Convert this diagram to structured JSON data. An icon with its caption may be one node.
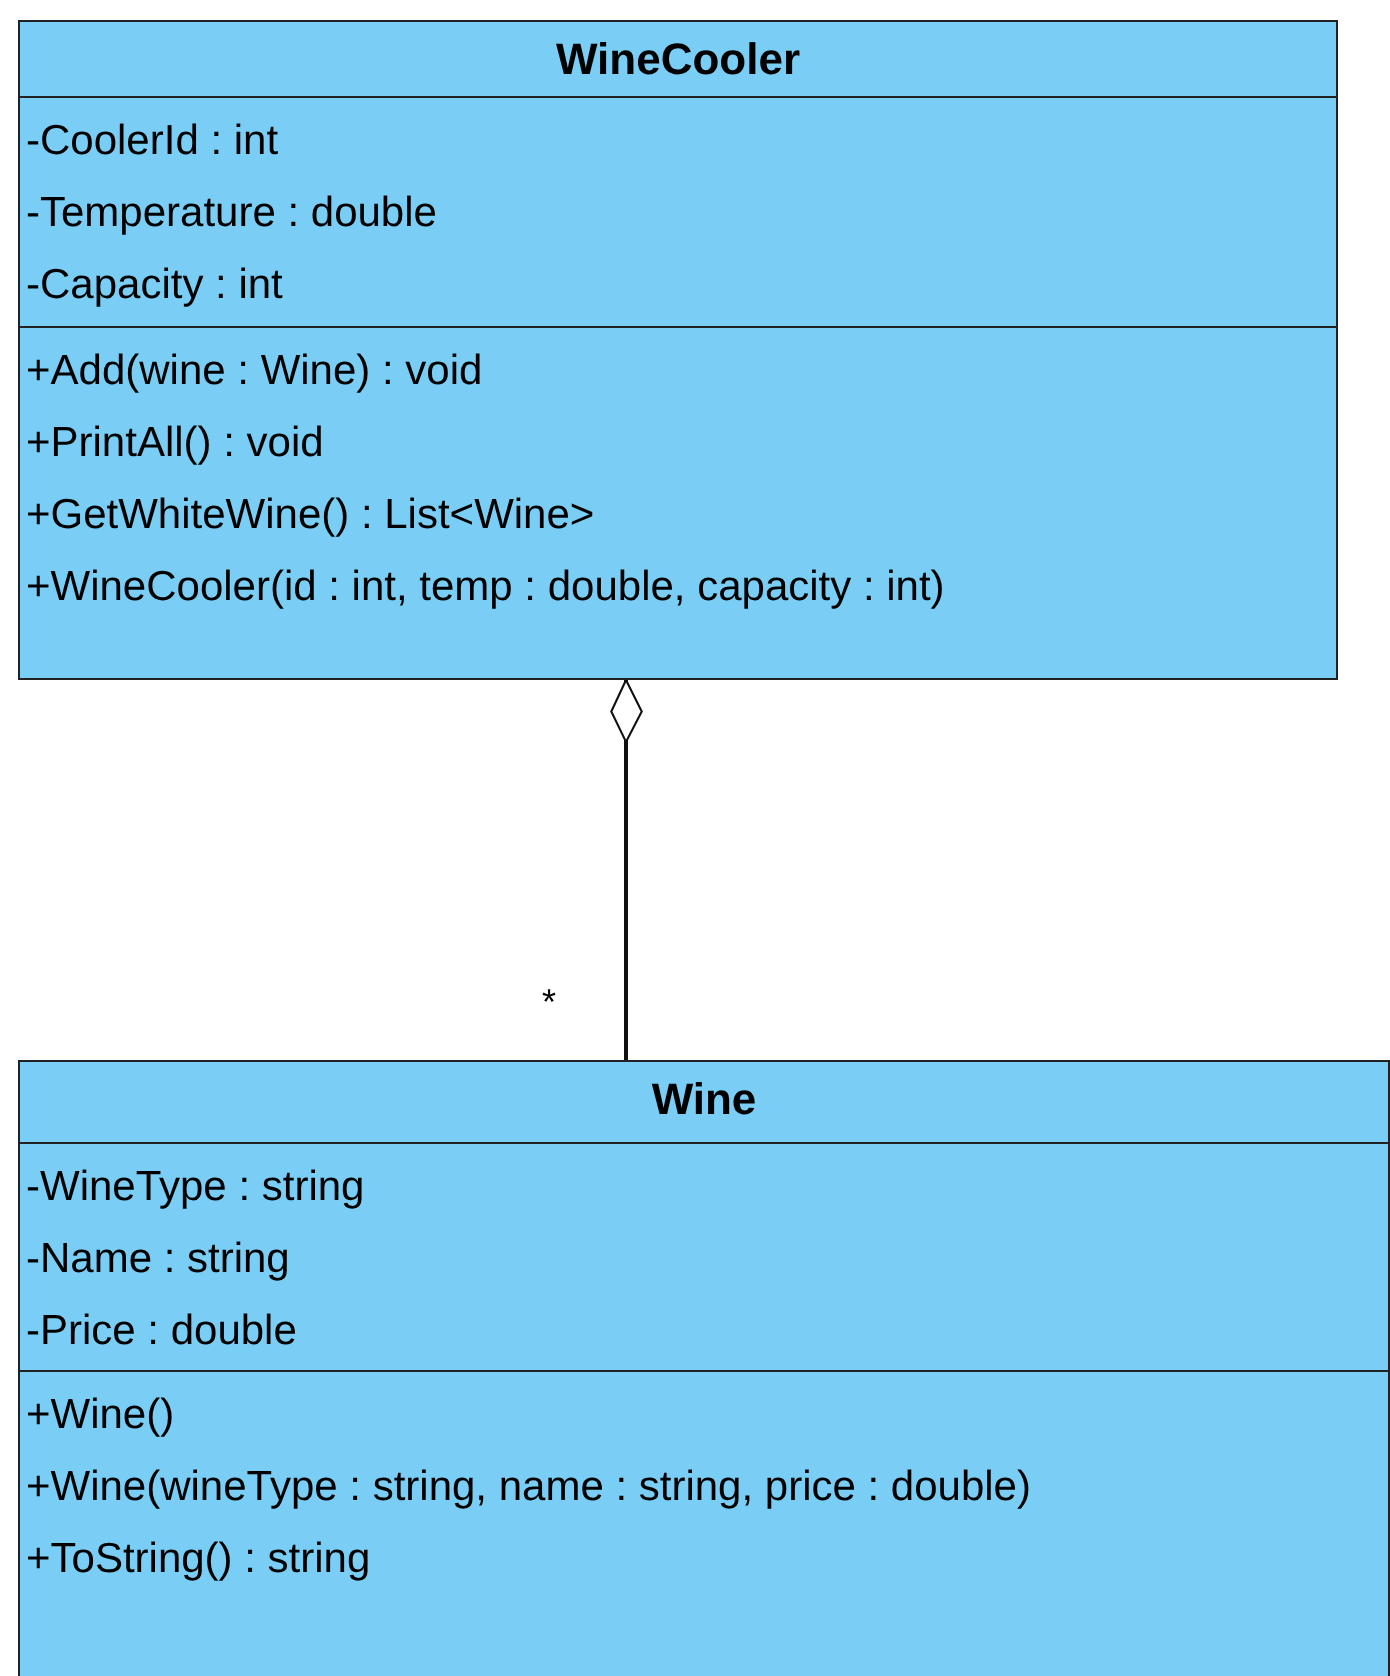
{
  "diagram": {
    "nodes": [
      {
        "text": [
          "WineCooler"
        ]
      },
      {
        "text": [
          "-CoolerId : int",
          "-Temperature : double",
          "-Capacity : int"
        ],
        "in": 0
      },
      {
        "text": [
          "+Add(wine : Wine) : void",
          "+PrintAll() : void",
          "+GetWhiteWine() : List<Wine>",
          "+WineCooler(id : int, temp : double, capacity : int)"
        ],
        "in": 0
      },
      {
        "text": [
          "Wine"
        ]
      },
      {
        "text": [
          "-WineType : string",
          "-Name : string",
          "-Price : double"
        ],
        "in": 3
      },
      {
        "text": [
          "+Wine()",
          "+Wine(wineType : string, name : string, price : double)",
          "+ToString() : string"
        ],
        "in": 3
      }
    ],
    "edges": [
      {
        "from": 3,
        "to": 0,
        "arrow": "other",
        "label": "*"
      }
    ]
  }
}
